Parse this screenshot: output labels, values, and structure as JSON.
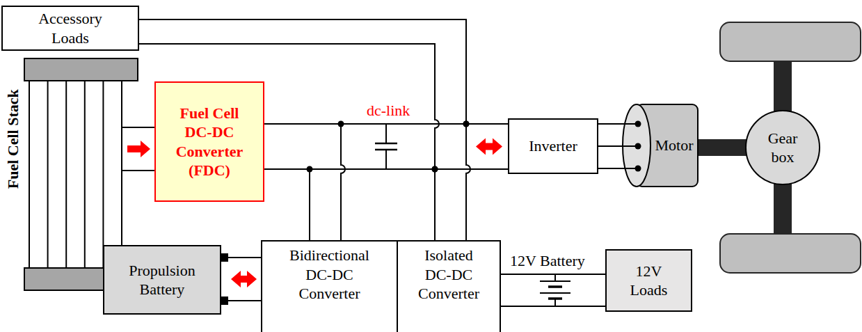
{
  "diagram": {
    "nodes": [
      {
        "text": [
          "Accessory Loads"
        ]
      },
      {
        "text": [
          "Fuel Cell Stack"
        ]
      },
      {
        "text": [
          "Fuel Cell DC-DC Converter (FDC)"
        ]
      },
      {
        "text": [
          "Inverter"
        ]
      },
      {
        "text": [
          "Motor"
        ]
      },
      {
        "text": [
          "Gear box"
        ]
      },
      {
        "text": [
          "Propulsion Battery"
        ]
      },
      {
        "text": [
          "Bidirectional DC-DC Converter"
        ]
      },
      {
        "text": [
          "Isolated DC-DC Converter"
        ]
      },
      {
        "text": [
          "12V Loads"
        ]
      }
    ],
    "edges": [
      {
        "from": 1,
        "to": 2,
        "arrow": "to"
      },
      {
        "from": 2,
        "to": 3,
        "arrow": "both"
      },
      {
        "from": 0,
        "to": 3,
        "arrow": "none"
      },
      {
        "from": 7,
        "to": 3,
        "arrow": "none"
      },
      {
        "from": 8,
        "to": 3,
        "arrow": "none"
      },
      {
        "from": 6,
        "to": 7,
        "arrow": "both"
      },
      {
        "from": 8,
        "to": 9,
        "arrow": "none"
      },
      {
        "from": 3,
        "to": 4,
        "arrow": "none"
      },
      {
        "from": 4,
        "to": 5,
        "arrow": "none"
      }
    ],
    "labels": [
      "dc-link",
      "12V Battery"
    ]
  }
}
